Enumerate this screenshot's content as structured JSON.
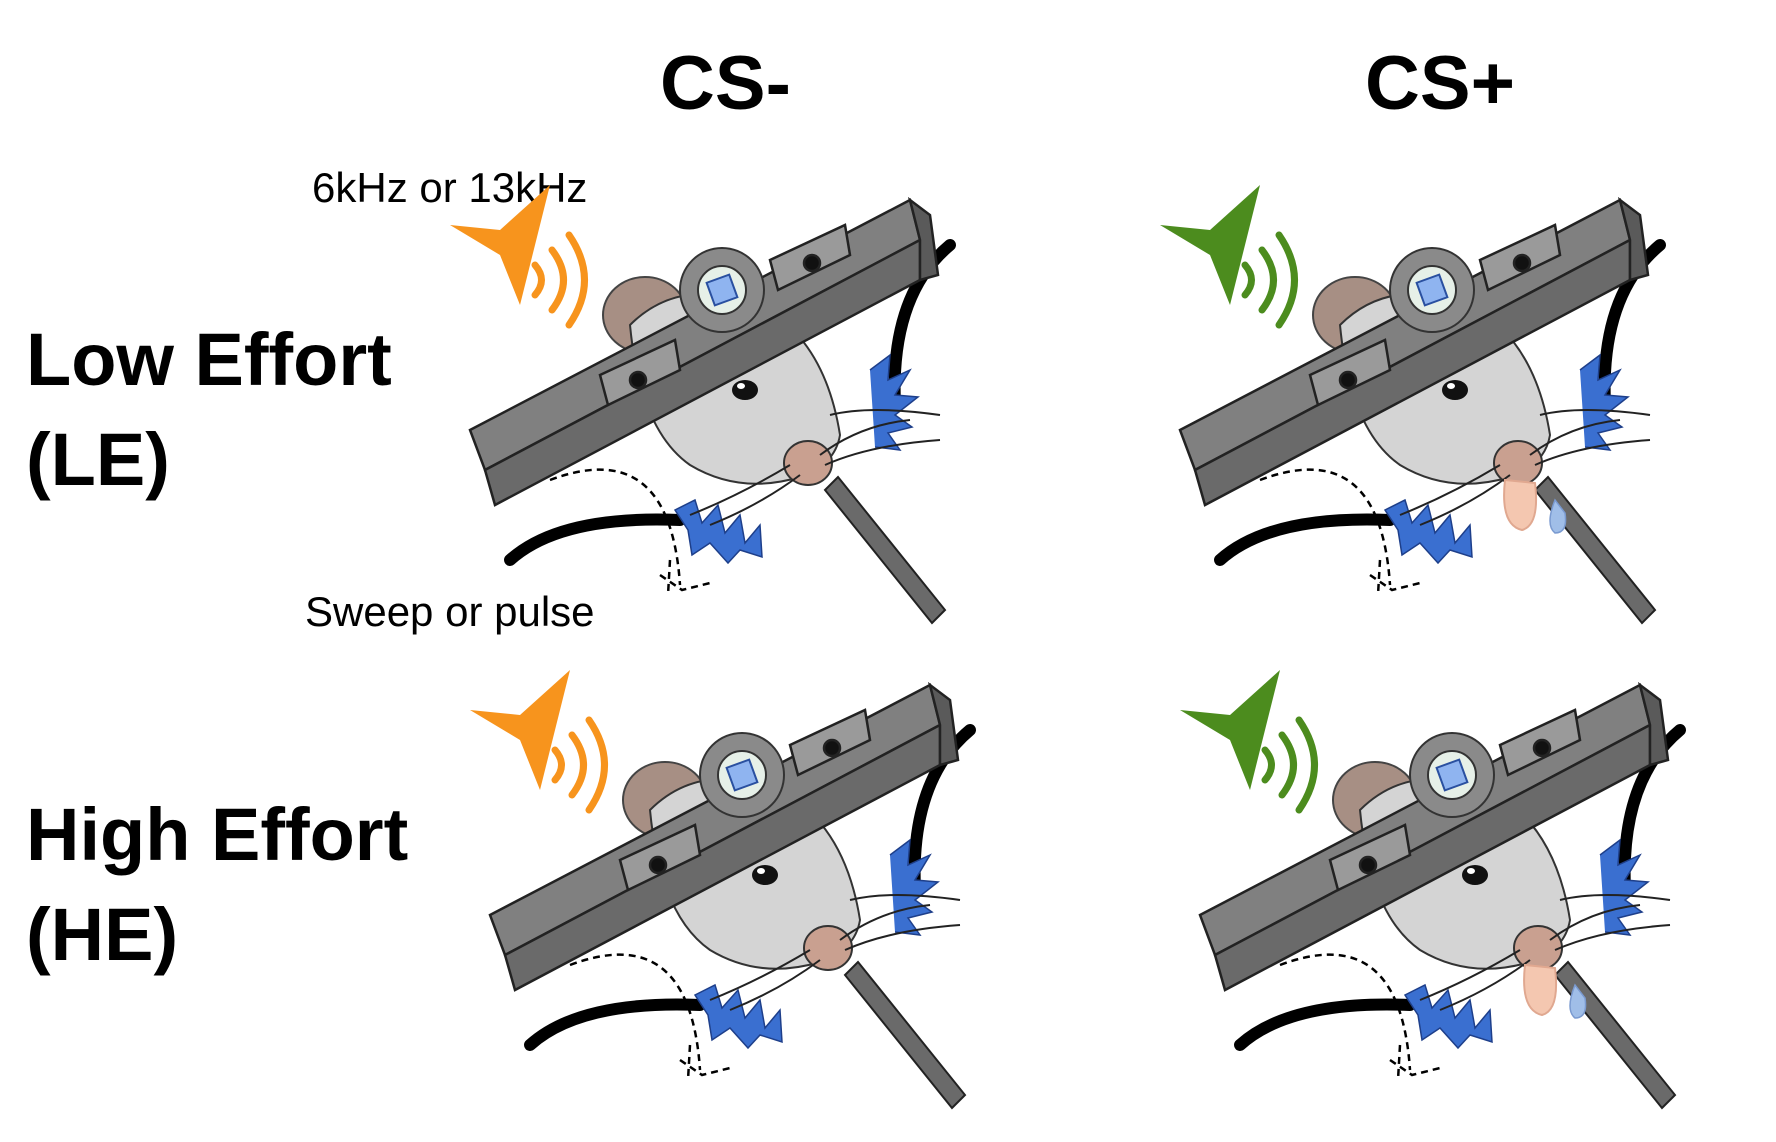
{
  "columns": [
    "CS-",
    "CS+"
  ],
  "rows": [
    {
      "line1": "Low Effort",
      "line2": "(LE)"
    },
    {
      "line1": "High Effort",
      "line2": "(HE)"
    }
  ],
  "annotations": {
    "tone": "6kHz or 13kHz",
    "whisker": "Sweep or pulse"
  },
  "colors": {
    "cs_minus_speaker": "#F7941D",
    "cs_plus_speaker": "#4C8C1E",
    "whisker_stimulus": "#3A6FD0",
    "head_bar": "#808080",
    "mouse_fur": "#D4D4D4",
    "ear": "#A78F84",
    "nose": "#C9A090"
  },
  "panels": [
    {
      "name": "le-cs-minus",
      "speaker": "cs_minus_speaker",
      "reward": false
    },
    {
      "name": "le-cs-plus",
      "speaker": "cs_plus_speaker",
      "reward": true
    },
    {
      "name": "he-cs-minus",
      "speaker": "cs_minus_speaker",
      "reward": false
    },
    {
      "name": "he-cs-plus",
      "speaker": "cs_plus_speaker",
      "reward": true
    }
  ]
}
